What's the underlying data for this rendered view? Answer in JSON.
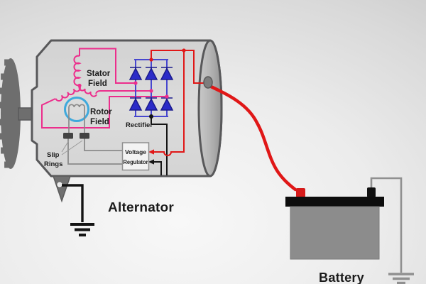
{
  "diagram": {
    "title_alternator": "Alternator",
    "title_battery": "Battery",
    "stator_field": {
      "line1": "Stator",
      "line2": "Field"
    },
    "rotor_field": {
      "line1": "Rotor",
      "line2": "Field"
    },
    "rectifier_label": "Rectifier",
    "voltage_regulator": {
      "line1": "Voltage",
      "line2": "Regulator"
    },
    "slip_rings": {
      "line1": "Slip",
      "line2": "Rings"
    },
    "colors": {
      "stator_circuit_pink": "#EC2E8C",
      "rectifier_blue": "#4747CE",
      "diode_fill": "#2B2BC8",
      "output_wire_red": "#E01717",
      "rotor_ring_blue": "#3FA9DC",
      "ground_wire_black": "#141414",
      "slip_ring_wire_gray": "#8A8A8A",
      "housing_gray": "#D8D8D8",
      "outline_gray": "#58585A",
      "battery_body_gray": "#8C8C8C"
    }
  }
}
